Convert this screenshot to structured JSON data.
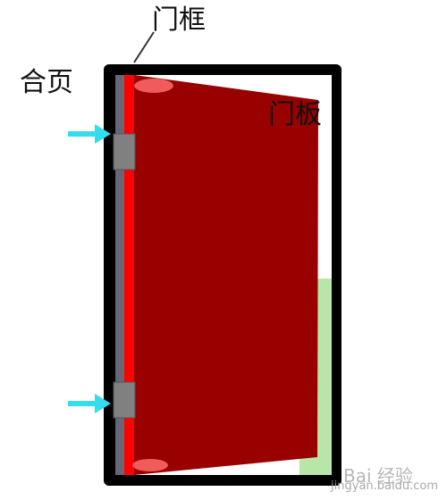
{
  "labels": {
    "frame": "门框",
    "hinge": "合页",
    "panel": "门板"
  },
  "watermark": {
    "logo_text": "Bai 经验",
    "url": "jingyan.baidu.com"
  },
  "colors": {
    "frame": "#000000",
    "door_panel": "#990000",
    "door_edge": "#ff0000",
    "hinge_strip": "#666677",
    "hinge_plate": "#808080",
    "arrow": "#33ddee",
    "floor_gap": "#b8e6a8"
  }
}
